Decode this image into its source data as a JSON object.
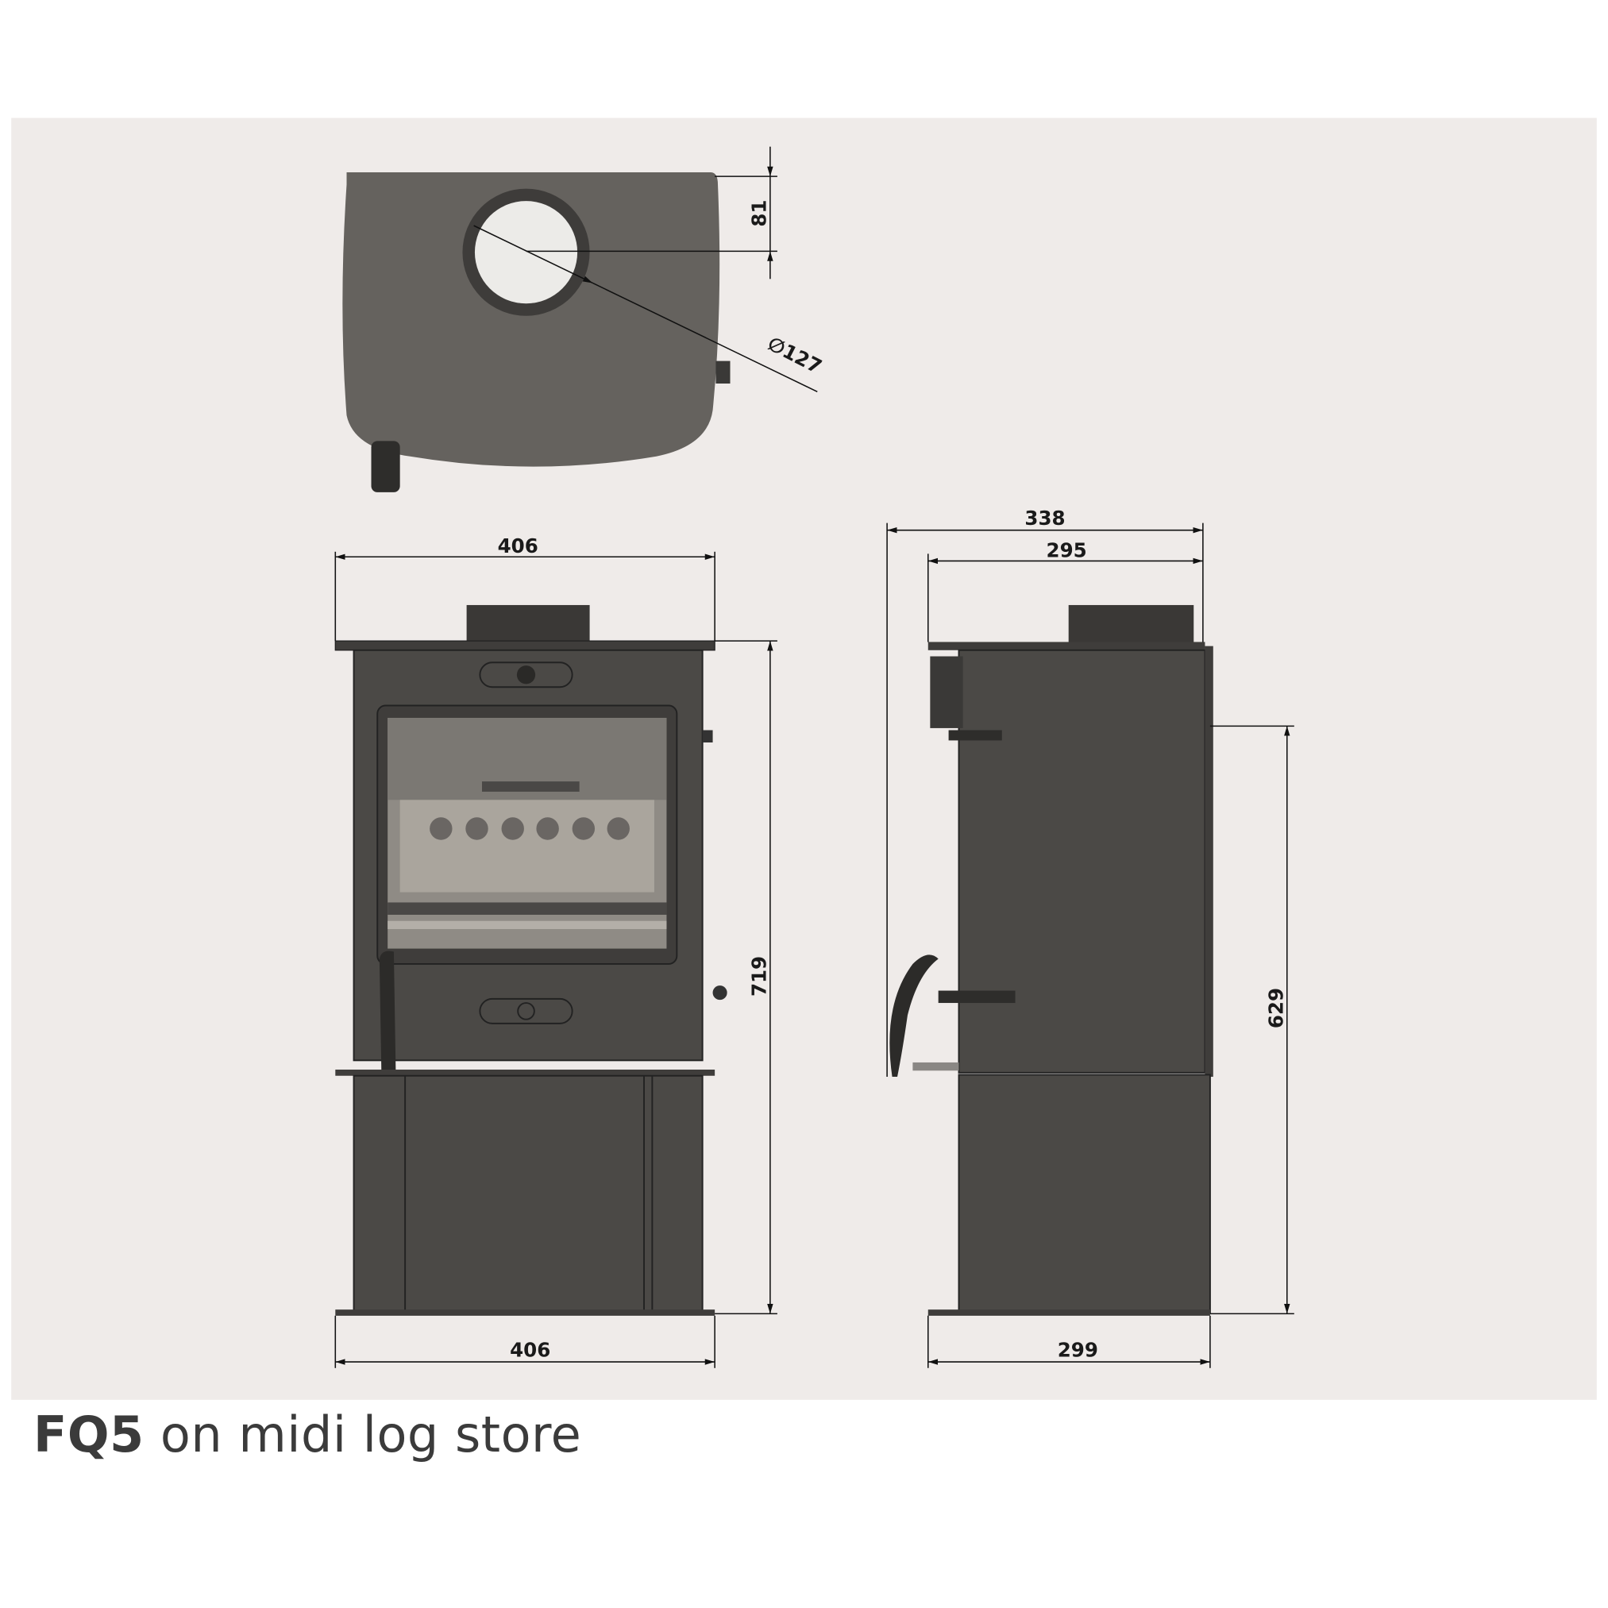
{
  "product": "FQ5",
  "caption_suffix": "on midi log store",
  "dimensions": {
    "top_view_flue_offset": "81",
    "flue_diameter": "∅127",
    "front_top_width": "406",
    "front_bottom_width": "406",
    "front_height": "719",
    "side_depth_overall": "338",
    "side_depth_body": "295",
    "side_height_flue_center": "629",
    "side_base_depth": "299"
  },
  "colors": {
    "panel": "#efebe9",
    "stove_dark": "#4b4946",
    "top_view": "#65625e",
    "glass": "#a8a39c",
    "caption": "#3b3b3b"
  }
}
